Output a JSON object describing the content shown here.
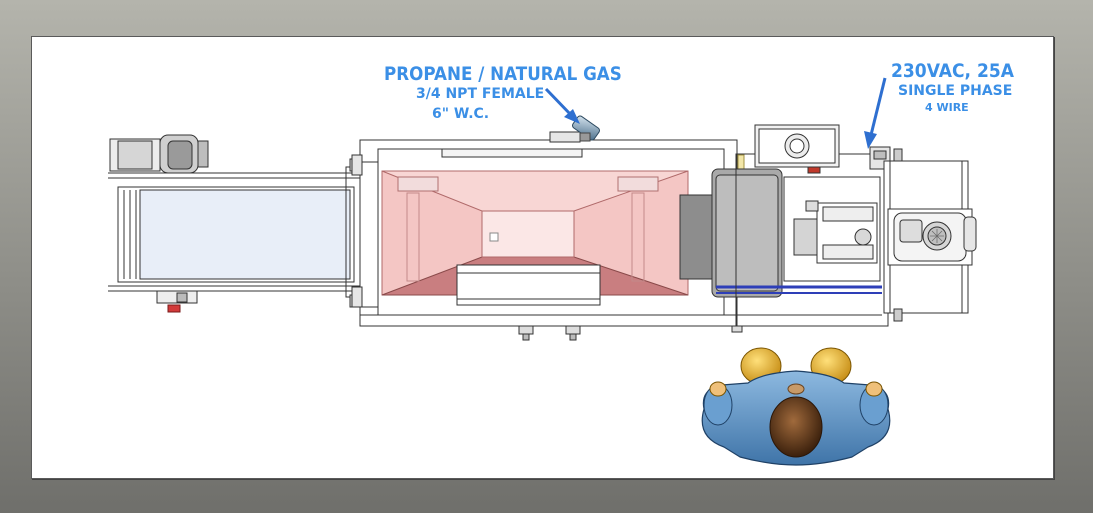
{
  "callouts": {
    "gas": {
      "title": "PROPANE / NATURAL GAS",
      "fitting": "3/4 NPT FEMALE",
      "pressure": "6\" W.C."
    },
    "power": {
      "title": "230VAC, 25A",
      "phase": "SINGLE PHASE",
      "wire": "4 WIRE"
    }
  },
  "colors": {
    "callout_text": "#3b8fe6",
    "line": "#333333",
    "oven_hood": "#f4c6c4",
    "oven_hood_dark": "#c97e80",
    "belt": "#e8eef8",
    "motor_gray": "#9a9a9a",
    "operator_suit": "#5b93c6",
    "operator_boots": "#e6b12e",
    "operator_hair": "#5a3518"
  }
}
